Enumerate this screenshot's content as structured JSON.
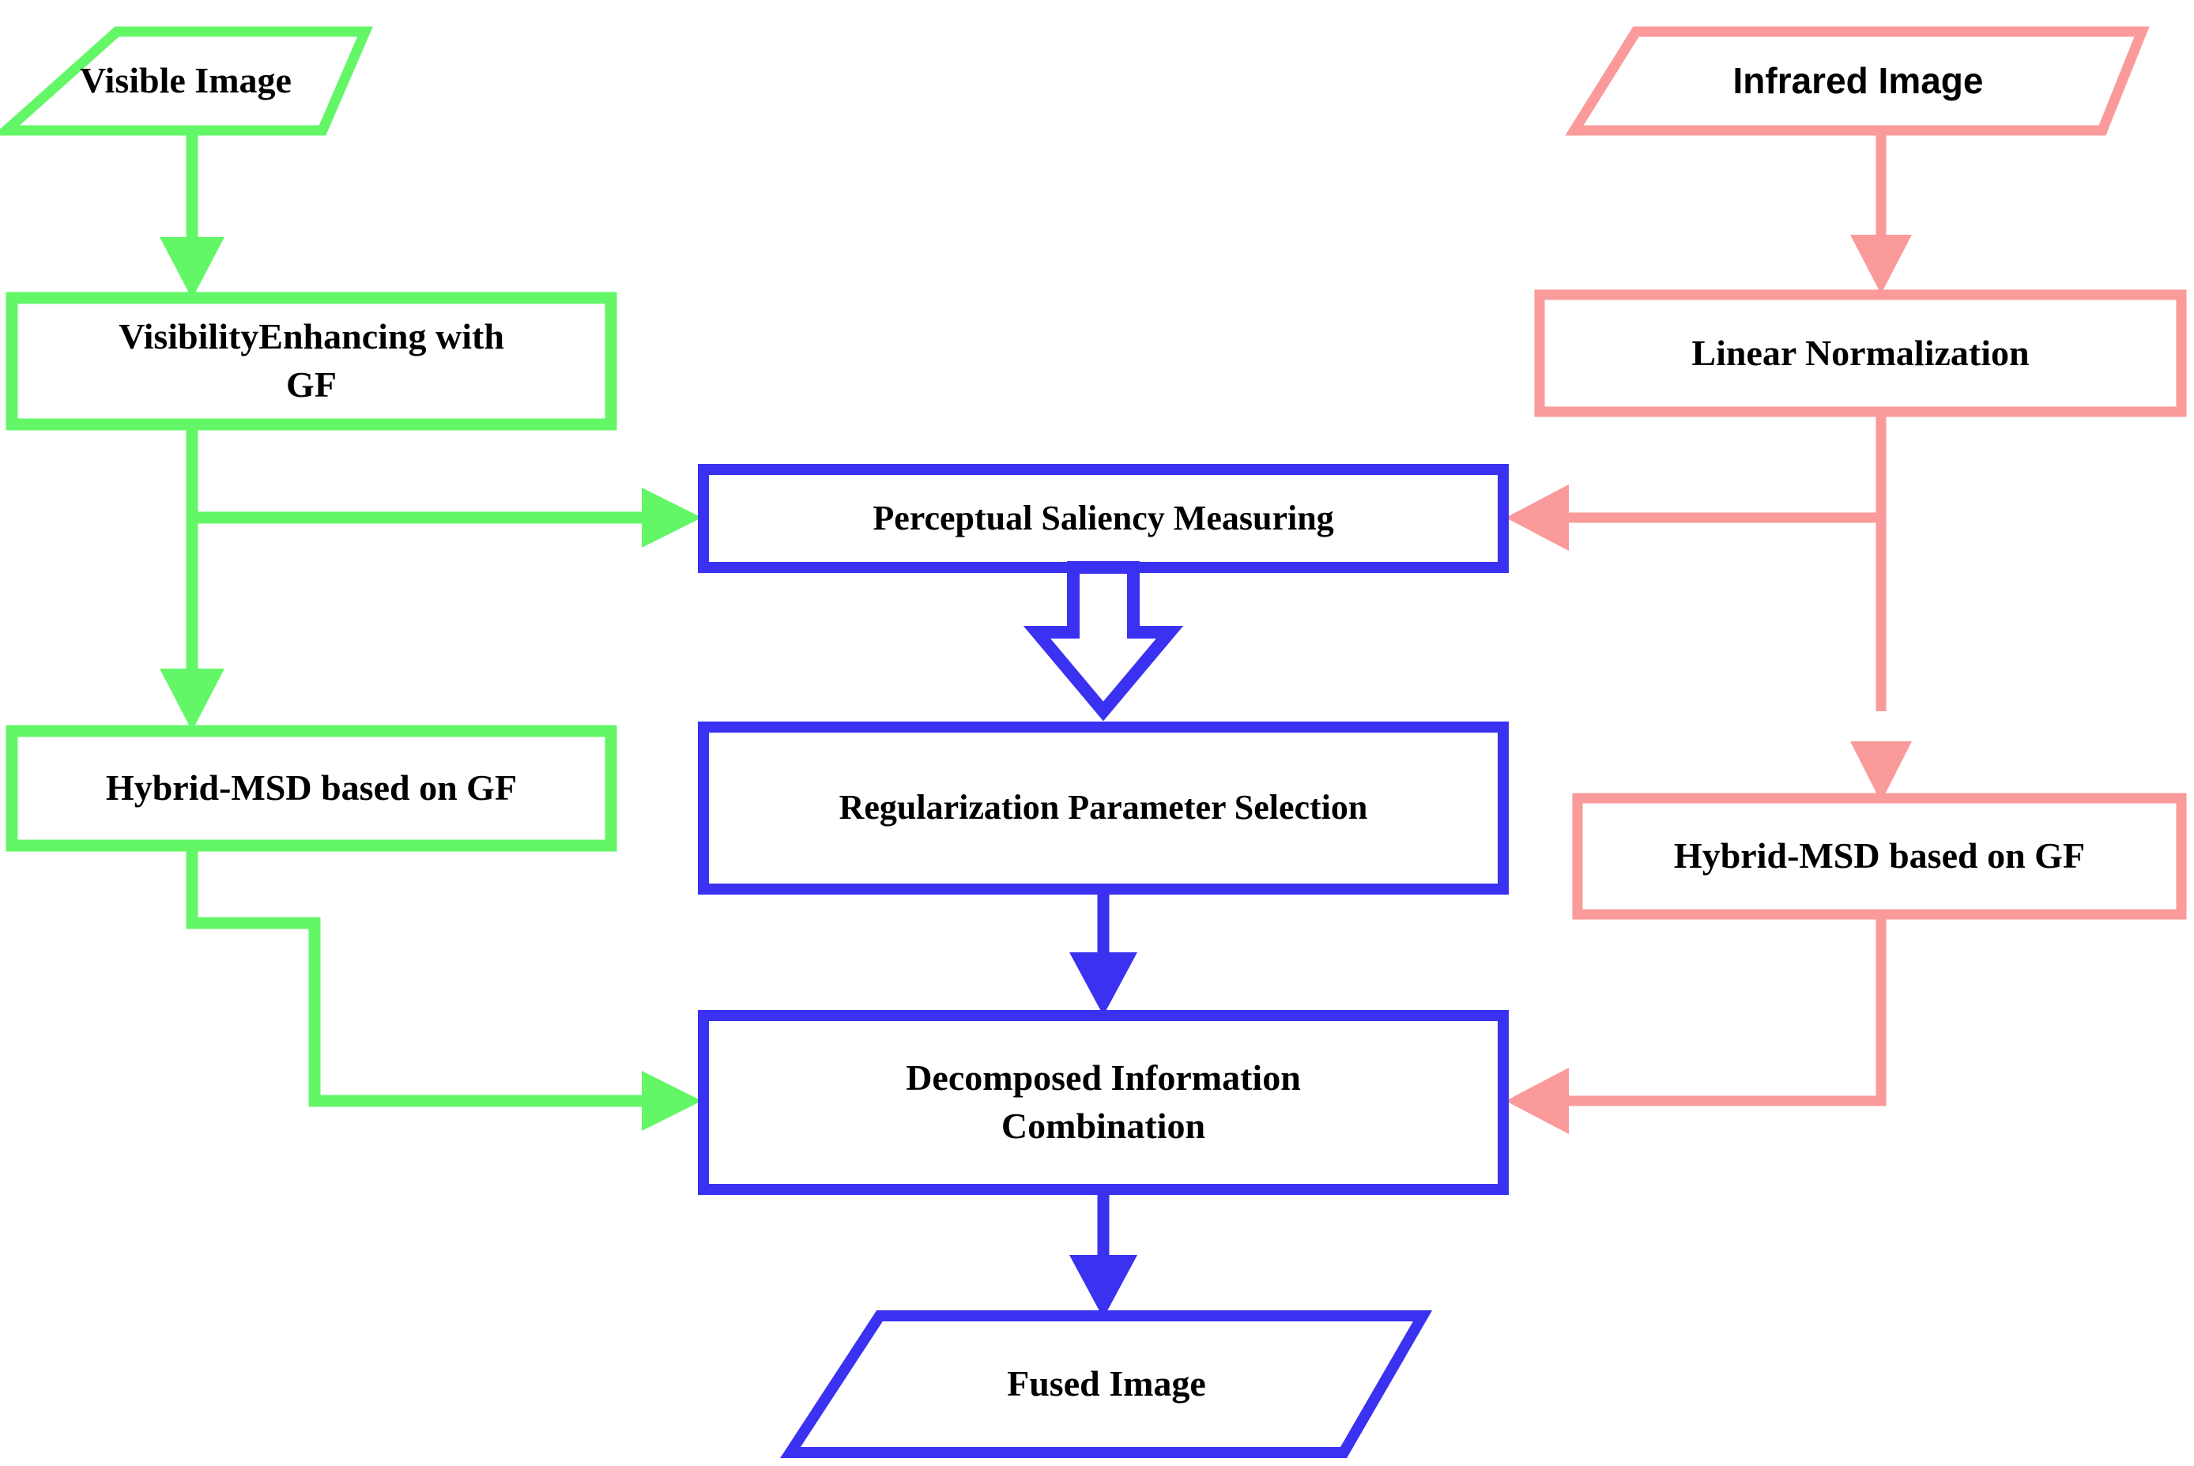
{
  "diagram": {
    "title": "Infrared and Visible Image Fusion Flowchart",
    "colors": {
      "visible_branch": "#63f768",
      "infrared_branch": "#fa9a9a",
      "fusion_branch": "#3a32f0",
      "text": "#000000",
      "background": "#ffffff"
    },
    "nodes": [
      {
        "id": "visible-image",
        "label": "Visible Image",
        "shape": "parallelogram",
        "branch": "visible",
        "color": "#63f768",
        "font": "serif"
      },
      {
        "id": "visibility-enhancing-gf",
        "label": "VisibilityEnhancing with\nGF",
        "shape": "rectangle",
        "branch": "visible",
        "color": "#63f768",
        "font": "serif"
      },
      {
        "id": "hybrid-msd-left",
        "label": "Hybrid-MSD based on GF",
        "shape": "rectangle",
        "branch": "visible",
        "color": "#63f768",
        "font": "serif"
      },
      {
        "id": "infrared-image",
        "label": "Infrared Image",
        "shape": "parallelogram",
        "branch": "infrared",
        "color": "#fa9a9a",
        "font": "sans"
      },
      {
        "id": "linear-normalization",
        "label": "Linear Normalization",
        "shape": "rectangle",
        "branch": "infrared",
        "color": "#fa9a9a",
        "font": "serif"
      },
      {
        "id": "hybrid-msd-right",
        "label": "Hybrid-MSD based on GF",
        "shape": "rectangle",
        "branch": "infrared",
        "color": "#fa9a9a",
        "font": "serif"
      },
      {
        "id": "perceptual-saliency-measuring",
        "label": "Perceptual Saliency Measuring",
        "shape": "rectangle",
        "branch": "fusion",
        "color": "#3a32f0",
        "font": "serif"
      },
      {
        "id": "regularization-parameter-selection",
        "label": "Regularization Parameter Selection",
        "shape": "rectangle",
        "branch": "fusion",
        "color": "#3a32f0",
        "font": "serif"
      },
      {
        "id": "decomposed-information-combination",
        "label": "Decomposed Information\nCombination",
        "shape": "rectangle",
        "branch": "fusion",
        "color": "#3a32f0",
        "font": "serif"
      },
      {
        "id": "fused-image",
        "label": "Fused  Image",
        "shape": "parallelogram",
        "branch": "fusion",
        "color": "#3a32f0",
        "font": "serif"
      }
    ],
    "edges": [
      {
        "id": "e1",
        "from": "visible-image",
        "to": "visibility-enhancing-gf",
        "color": "#63f768",
        "style": "solid-arrow"
      },
      {
        "id": "e2",
        "from": "visibility-enhancing-gf",
        "to": "perceptual-saliency-measuring",
        "color": "#63f768",
        "style": "solid-arrow"
      },
      {
        "id": "e3",
        "from": "visibility-enhancing-gf",
        "to": "hybrid-msd-left",
        "color": "#63f768",
        "style": "solid-arrow"
      },
      {
        "id": "e4",
        "from": "hybrid-msd-left",
        "to": "decomposed-information-combination",
        "color": "#63f768",
        "style": "solid-arrow"
      },
      {
        "id": "e5",
        "from": "infrared-image",
        "to": "linear-normalization",
        "color": "#fa9a9a",
        "style": "solid-arrow"
      },
      {
        "id": "e6",
        "from": "linear-normalization",
        "to": "perceptual-saliency-measuring",
        "color": "#fa9a9a",
        "style": "solid-arrow"
      },
      {
        "id": "e7",
        "from": "linear-normalization",
        "to": "hybrid-msd-right",
        "color": "#fa9a9a",
        "style": "solid-arrow"
      },
      {
        "id": "e8",
        "from": "hybrid-msd-right",
        "to": "decomposed-information-combination",
        "color": "#fa9a9a",
        "style": "solid-arrow"
      },
      {
        "id": "e9",
        "from": "perceptual-saliency-measuring",
        "to": "regularization-parameter-selection",
        "color": "#3a32f0",
        "style": "hollow-block-arrow"
      },
      {
        "id": "e10",
        "from": "regularization-parameter-selection",
        "to": "decomposed-information-combination",
        "color": "#3a32f0",
        "style": "solid-arrow"
      },
      {
        "id": "e11",
        "from": "decomposed-information-combination",
        "to": "fused-image",
        "color": "#3a32f0",
        "style": "solid-arrow"
      }
    ]
  }
}
